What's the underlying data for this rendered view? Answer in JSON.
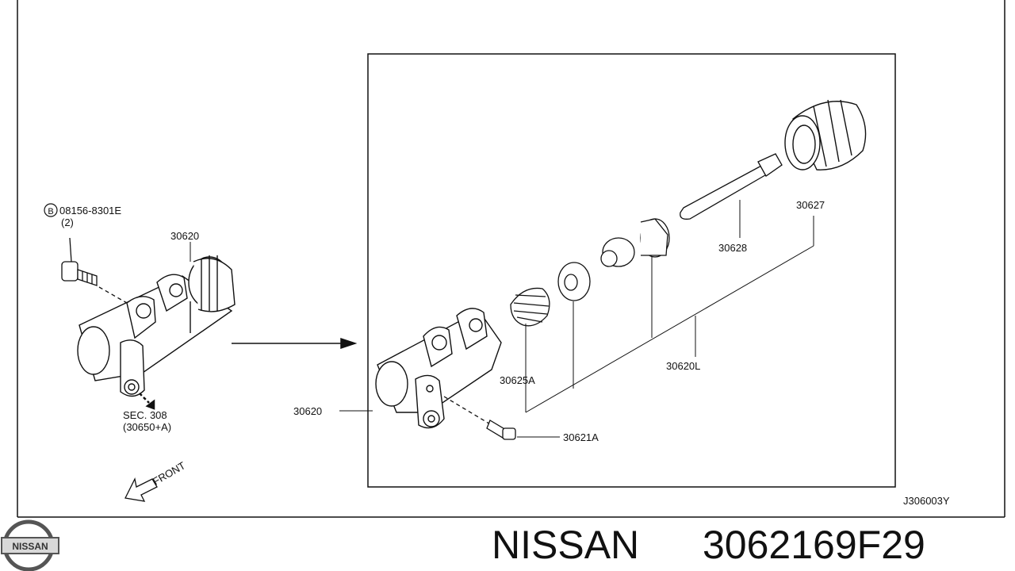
{
  "diagram": {
    "bolt_ref": {
      "circle_letter": "B",
      "code": "08156-8301E",
      "qty": "(2)"
    },
    "labels": {
      "part_left": "30620",
      "sec_line1": "SEC. 308",
      "sec_line2": "(30650+A)",
      "front": "FRONT",
      "part_main": "30620",
      "boot": "30625A",
      "kit": "30620L",
      "rod": "30628",
      "piston_cup": "30627",
      "bleeder": "30621A"
    },
    "drawing_code": "J306003Y"
  },
  "footer": {
    "logo_text": "NISSAN",
    "brand": "NISSAN",
    "part_number": "3062169F29"
  }
}
